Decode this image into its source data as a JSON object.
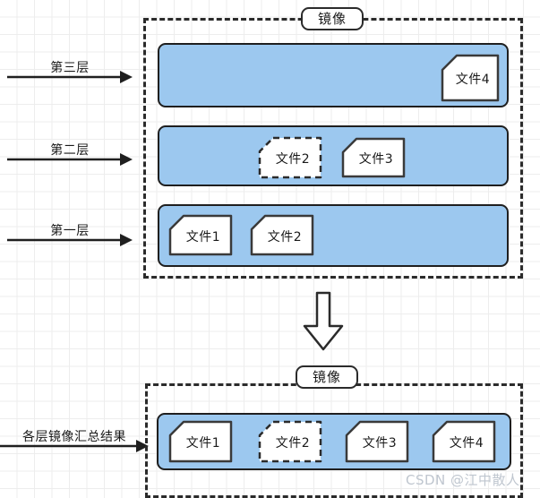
{
  "diagram": {
    "title_top": "镜像",
    "title_bottom": "镜像",
    "watermark": "CSDN @江中散人"
  },
  "left_arrows": [
    {
      "label": "第三层"
    },
    {
      "label": "第二层"
    },
    {
      "label": "第一层"
    }
  ],
  "bottom_arrow": {
    "label": "各层镜像汇总结果"
  },
  "top_image": {
    "label": "镜像",
    "layers": [
      {
        "name": "layer-three",
        "files": [
          {
            "label": "文件4",
            "style": "solid"
          }
        ]
      },
      {
        "name": "layer-two",
        "files": [
          {
            "label": "文件2",
            "style": "dashed"
          },
          {
            "label": "文件3",
            "style": "solid"
          }
        ]
      },
      {
        "name": "layer-one",
        "files": [
          {
            "label": "文件1",
            "style": "solid"
          },
          {
            "label": "文件2",
            "style": "solid"
          }
        ]
      }
    ]
  },
  "bottom_image": {
    "label": "镜像",
    "layers": [
      {
        "name": "merged-layer",
        "files": [
          {
            "label": "文件1",
            "style": "solid"
          },
          {
            "label": "文件2",
            "style": "dashed"
          },
          {
            "label": "文件3",
            "style": "solid"
          },
          {
            "label": "文件4",
            "style": "solid"
          }
        ]
      }
    ]
  },
  "colors": {
    "layer_fill": "#9CC8EF",
    "stroke": "#1f1f1f",
    "dashed_stroke": "#2b2b2b",
    "file_fill": "#ffffff",
    "watermark": "#bfc6cf",
    "grid_minor": "#ededed",
    "grid_major": "#d8d8d8"
  }
}
